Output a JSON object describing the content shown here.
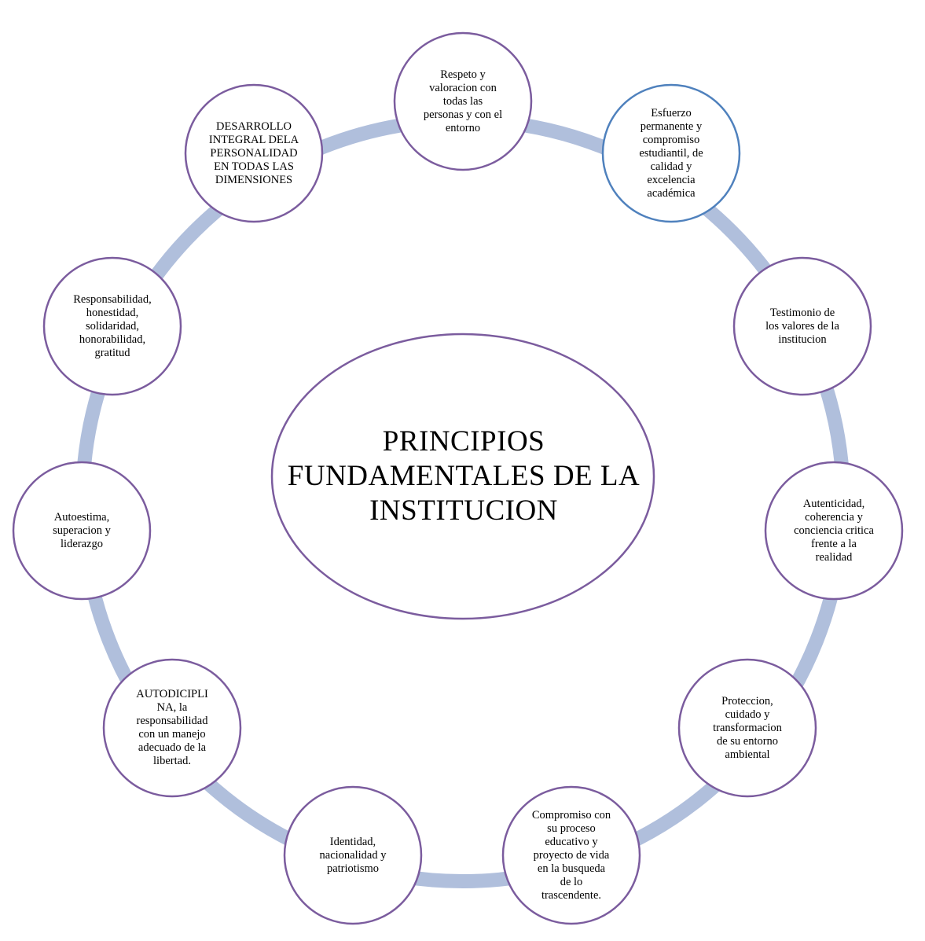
{
  "diagram": {
    "center": {
      "title": "PRINCIPIOS\nFUNDAMENTALES\nDE LA\nINSTITUCION"
    },
    "ring_color": "#b0bfdc",
    "node_border_color": "#7b5c9e",
    "highlight_border_color": "#4f81bd",
    "nodes": [
      {
        "text": "Respeto y\nvaloracion con\ntodas las\npersonas y con el\nentorno"
      },
      {
        "text": "Esfuerzo\npermanente  y\ncompromiso\nestudiantil,  de\ncalidad  y\nexcelencia\nacadémica",
        "highlight": true
      },
      {
        "text": "Testimonio de\nlos valores de la\ninstitucion"
      },
      {
        "text": "Autenticidad,\ncoherencia y\nconciencia critica\nfrente a la\nrealidad"
      },
      {
        "text": "Proteccion,\ncuidado y\ntransformacion\nde su entorno\nambiental"
      },
      {
        "text": "Compromiso con\nsu proceso\neducativo y\nproyecto de vida\nen la busqueda\nde lo\ntrascendente."
      },
      {
        "text": "Identidad,\nnacionalidad y\npatriotismo"
      },
      {
        "text": "AUTODICIPLI\nNA, la\nresponsabilidad\ncon un manejo\nadecuado  de la\nlibertad."
      },
      {
        "text": "Autoestima,\nsuperacion y\nliderazgo"
      },
      {
        "text": "Responsabilidad,\nhonestidad,\nsolidaridad,\nhonorabilidad,\ngratitud"
      },
      {
        "text": "DESARROLLO\nINTEGRAL DELA\nPERSONALIDAD\nEN TODAS LAS\nDIMENSIONES"
      }
    ]
  }
}
